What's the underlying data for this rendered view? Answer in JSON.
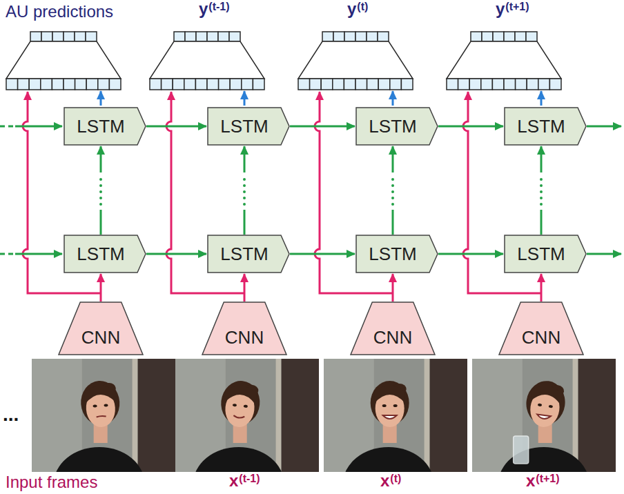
{
  "diagram": {
    "nodes": [
      {
        "text": [
          "LSTM"
        ]
      },
      {
        "text": [
          "LSTM"
        ]
      },
      {
        "text": [
          "LSTM"
        ]
      },
      {
        "text": [
          "LSTM"
        ]
      },
      {
        "text": [
          "LSTM"
        ]
      },
      {
        "text": [
          "LSTM"
        ]
      },
      {
        "text": [
          "LSTM"
        ]
      },
      {
        "text": [
          "LSTM"
        ]
      },
      {
        "text": [
          "CNN"
        ]
      },
      {
        "text": [
          "CNN"
        ]
      },
      {
        "text": [
          "CNN"
        ]
      },
      {
        "text": [
          "CNN"
        ]
      }
    ],
    "edges": [
      {
        "from": 8,
        "to": 4,
        "arrow": "to"
      },
      {
        "from": 9,
        "to": 5,
        "arrow": "to"
      },
      {
        "from": 10,
        "to": 6,
        "arrow": "to"
      },
      {
        "from": 11,
        "to": 7,
        "arrow": "to"
      },
      {
        "from": 4,
        "to": 0,
        "arrow": "to"
      },
      {
        "from": 5,
        "to": 1,
        "arrow": "to"
      },
      {
        "from": 6,
        "to": 2,
        "arrow": "to"
      },
      {
        "from": 7,
        "to": 3,
        "arrow": "to"
      },
      {
        "from": 0,
        "to": 1,
        "arrow": "to"
      },
      {
        "from": 1,
        "to": 2,
        "arrow": "to"
      },
      {
        "from": 2,
        "to": 3,
        "arrow": "to"
      },
      {
        "from": 4,
        "to": 5,
        "arrow": "to"
      },
      {
        "from": 5,
        "to": 6,
        "arrow": "to"
      },
      {
        "from": 6,
        "to": 7,
        "arrow": "to"
      }
    ],
    "labels": [
      "AU predictions",
      "y",
      "(t-1)",
      "y",
      "(t)",
      "y",
      "(t+1)",
      "...",
      "Input frames",
      "x",
      "(t-1)",
      "x",
      "(t)",
      "x",
      "(t+1)"
    ]
  }
}
